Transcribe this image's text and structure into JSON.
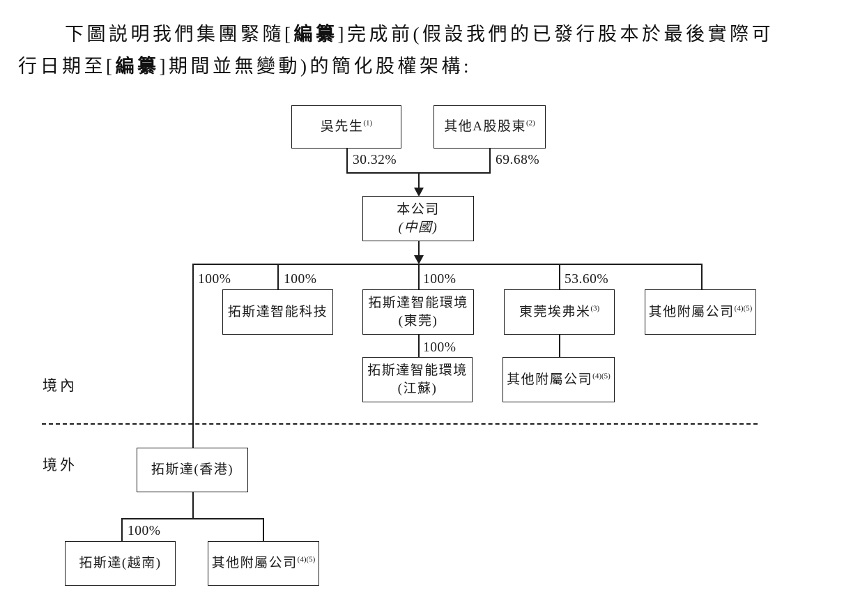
{
  "header": {
    "line1": {
      "pre": "下圖説明我們集團緊隨[",
      "bold": "編纂",
      "post": "]完成前(假設我們的已發行股本於最後實際可"
    },
    "line2": {
      "pre": "行日期至[",
      "bold": "編纂",
      "post": "]期間並無變動)的簡化股權架構:"
    }
  },
  "regions": {
    "onshore": "境內",
    "offshore": "境外"
  },
  "nodes": {
    "mr_wu": {
      "label": "吳先生",
      "sup": "(1)"
    },
    "other_a_shareholders": {
      "label": "其他A股股東",
      "sup": "(2)"
    },
    "company": {
      "line1": "本公司",
      "line2": "(中國)"
    },
    "smart_tech": {
      "label": "拓斯達智能科技"
    },
    "env_dongguan": {
      "line1": "拓斯達智能環境",
      "line2": "(東莞)"
    },
    "everwin": {
      "label": "東莞埃弗米",
      "sup": "(3)"
    },
    "other_sub_row1": {
      "label": "其他附屬公司",
      "sup": "(4)(5)"
    },
    "env_jiangsu": {
      "line1": "拓斯達智能環境",
      "line2": "(江蘇)"
    },
    "other_sub_row2": {
      "label": "其他附屬公司",
      "sup": "(4)(5)"
    },
    "hongkong": {
      "label": "拓斯達(香港)"
    },
    "vietnam": {
      "label": "拓斯達(越南)"
    },
    "other_sub_row3": {
      "label": "其他附屬公司",
      "sup": "(4)(5)"
    }
  },
  "ownership": {
    "mr_wu_pct": "30.32%",
    "other_a_pct": "69.68%",
    "hk_pct": "100%",
    "smart_tech_pct": "100%",
    "env_dongguan_pct": "100%",
    "everwin_pct": "53.60%",
    "env_jiangsu_pct": "100%",
    "vietnam_pct": "100%"
  },
  "colors": {
    "ink": "#1c1c1c",
    "background": "#ffffff"
  }
}
